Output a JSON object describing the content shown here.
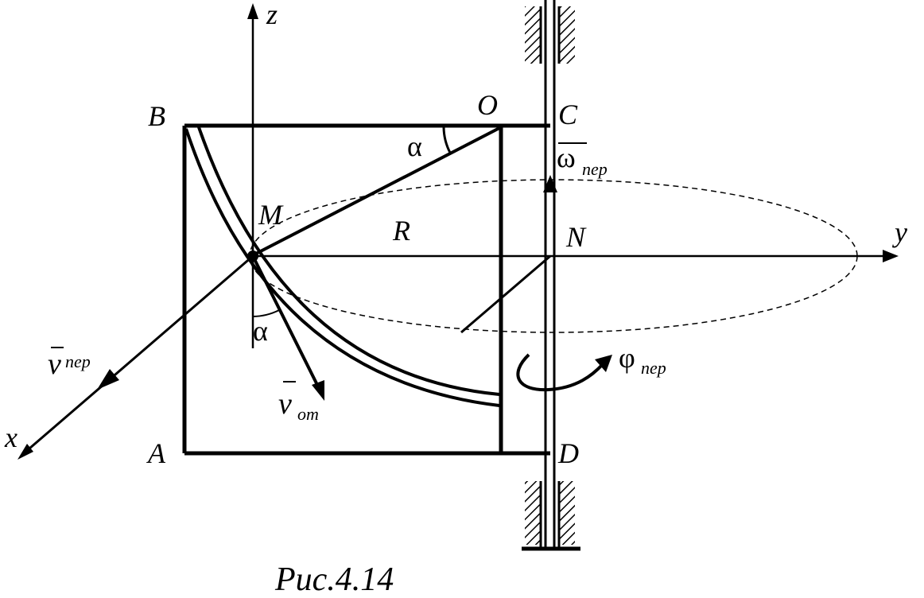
{
  "diagram": {
    "points": {
      "B": "B",
      "O": "O",
      "C": "C",
      "M": "M",
      "N": "N",
      "A": "A",
      "D": "D"
    },
    "axes": {
      "z": "z",
      "y": "y",
      "x": "x"
    },
    "radius_label": "R",
    "angle_top": "α",
    "angle_bottom": "α",
    "omega": {
      "symbol": "ω",
      "subscript": "пер"
    },
    "v_per": {
      "symbol": "v",
      "subscript": "пер"
    },
    "v_ot": {
      "symbol": "v",
      "subscript": "от"
    },
    "phi": {
      "symbol": "φ",
      "subscript": "пер"
    },
    "caption": "Рис.4.14"
  },
  "colors": {
    "ink": "#000000",
    "background": "#ffffff"
  }
}
